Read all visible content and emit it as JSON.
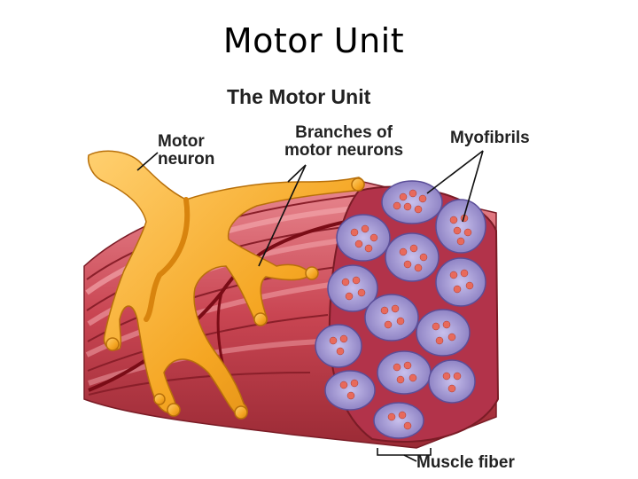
{
  "slide": {
    "title": "Motor Unit"
  },
  "diagram": {
    "title": "The Motor Unit",
    "labels": {
      "motor_neuron_line1": "Motor",
      "motor_neuron_line2": "neuron",
      "branches_line1": "Branches of",
      "branches_line2": "motor neurons",
      "myofibrils": "Myofibrils",
      "muscle_fiber": "Muscle fiber"
    }
  },
  "colors": {
    "muscle": "#c0404a",
    "muscle_light": "#e07a84",
    "muscle_dark": "#8a1f2a",
    "neuron": "#f5a623",
    "neuron_dark": "#c8780a",
    "fiber_sheath": "#8a7fc0",
    "myofibril": "#e86a5c"
  }
}
